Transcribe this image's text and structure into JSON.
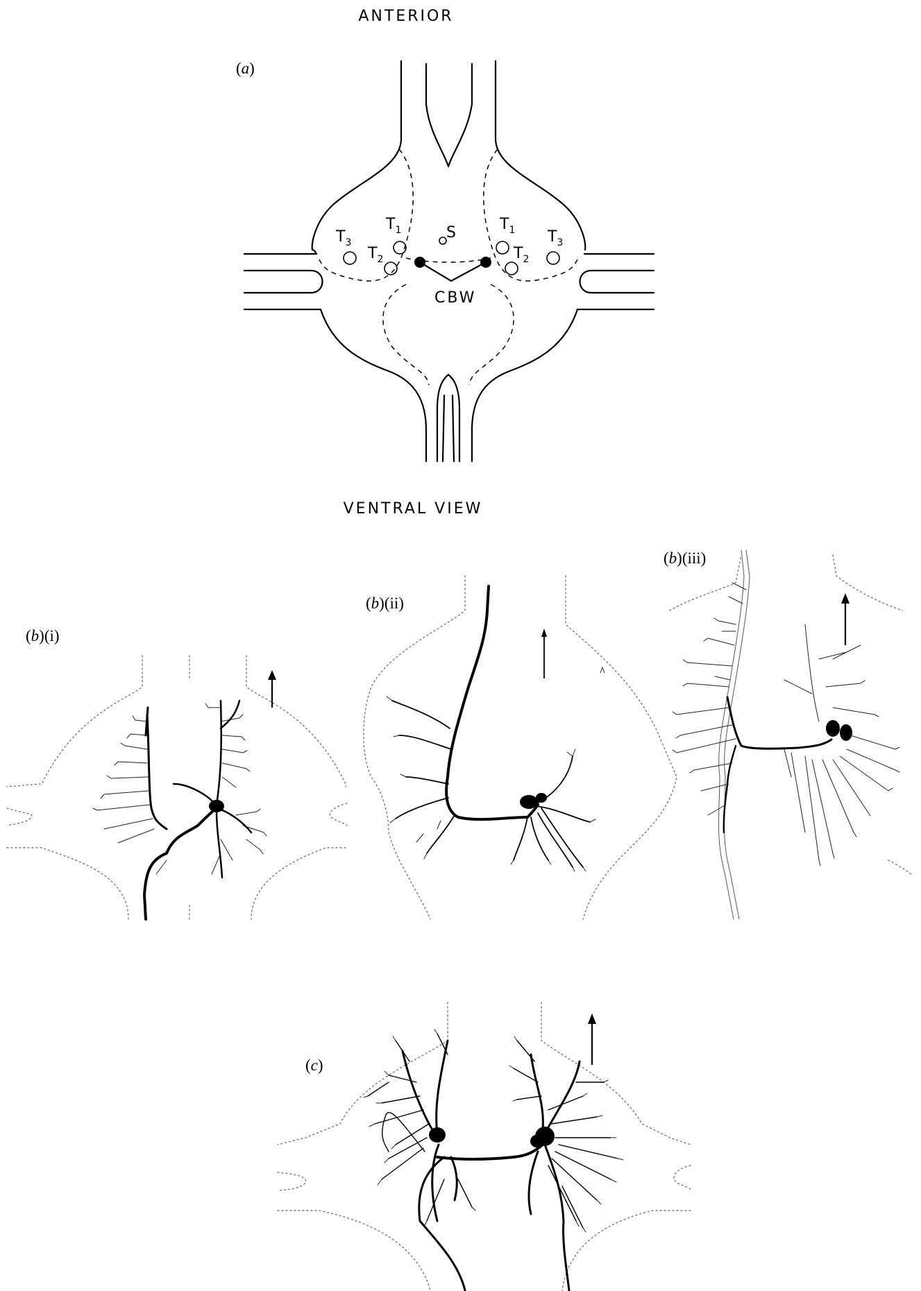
{
  "header": {
    "top_label": "ANTERIOR",
    "view_label": "VENTRAL VIEW"
  },
  "panel_a": {
    "label_paren_open": "(",
    "label_letter": "a",
    "label_paren_close": ")",
    "left_t3": "T",
    "left_t3_sub": "3",
    "left_t1": "T",
    "left_t1_sub": "1",
    "left_t2": "T",
    "left_t2_sub": "2",
    "s_label": "S",
    "right_t1": "T",
    "right_t1_sub": "1",
    "right_t2": "T",
    "right_t2_sub": "2",
    "right_t3": "T",
    "right_t3_sub": "3",
    "cbw_label": "CBW"
  },
  "panel_b1": {
    "letter": "b",
    "numeral": "(i)"
  },
  "panel_b2": {
    "letter": "b",
    "numeral": "(ii)"
  },
  "panel_b3": {
    "letter": "b",
    "numeral": "(iii)"
  },
  "panel_c": {
    "letter": "c"
  }
}
